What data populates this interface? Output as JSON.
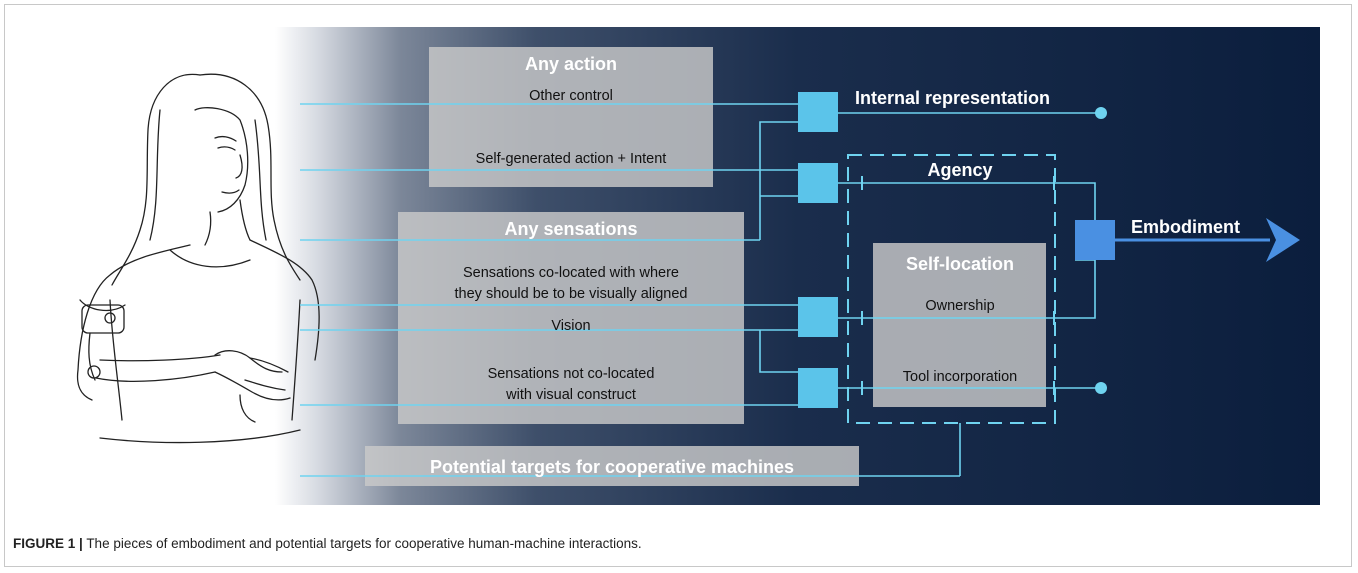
{
  "diagram": {
    "boxes": {
      "any_action": {
        "title": "Any action",
        "line1": "Other control",
        "line2": "Self-generated action + Intent"
      },
      "any_sensations": {
        "title": "Any sensations",
        "colocated_1": "Sensations co-located with where",
        "colocated_2": "they should be to be visually aligned",
        "vision": "Vision",
        "not_colocated_1": "Sensations not co-located",
        "not_colocated_2": "with visual construct"
      },
      "self_location": {
        "title": "Self-location",
        "ownership": "Ownership",
        "tool": "Tool incorporation"
      }
    },
    "labels": {
      "internal_representation": "Internal representation",
      "agency": "Agency",
      "embodiment": "Embodiment",
      "targets": "Potential targets for cooperative machines"
    },
    "colors": {
      "background_dark": "#0b1e3d",
      "line": "#6fd3f0",
      "node": "#5bc4ea",
      "embodiment_node": "#4a90e2",
      "box": "#c9c9c9"
    }
  },
  "caption": {
    "label": "FIGURE 1 |",
    "text": "The pieces of embodiment and potential targets for cooperative human-machine interactions."
  }
}
